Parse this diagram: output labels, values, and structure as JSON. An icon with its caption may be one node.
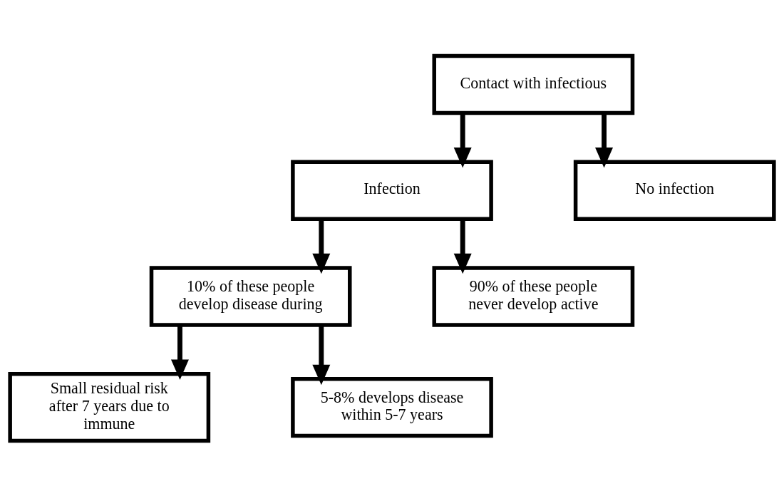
{
  "diagram": {
    "nodes": [
      {
        "text": [
          "Contact with infectious"
        ]
      },
      {
        "text": [
          "Infection"
        ]
      },
      {
        "text": [
          "No infection"
        ]
      },
      {
        "text": [
          "10% of these people develop disease during"
        ]
      },
      {
        "text": [
          "90% of these people never develop active"
        ]
      },
      {
        "text": [
          "Small residual risk after 7 years due to immune"
        ]
      },
      {
        "text": [
          "5-8% develops disease within 5-7 years"
        ]
      }
    ],
    "edges": [
      {
        "from": 0,
        "to": 1,
        "arrow": "to"
      },
      {
        "from": 0,
        "to": 2,
        "arrow": "to"
      },
      {
        "from": 1,
        "to": 3,
        "arrow": "to"
      },
      {
        "from": 1,
        "to": 4,
        "arrow": "to"
      },
      {
        "from": 3,
        "to": 5,
        "arrow": "to"
      },
      {
        "from": 3,
        "to": 6,
        "arrow": "to"
      }
    ]
  }
}
